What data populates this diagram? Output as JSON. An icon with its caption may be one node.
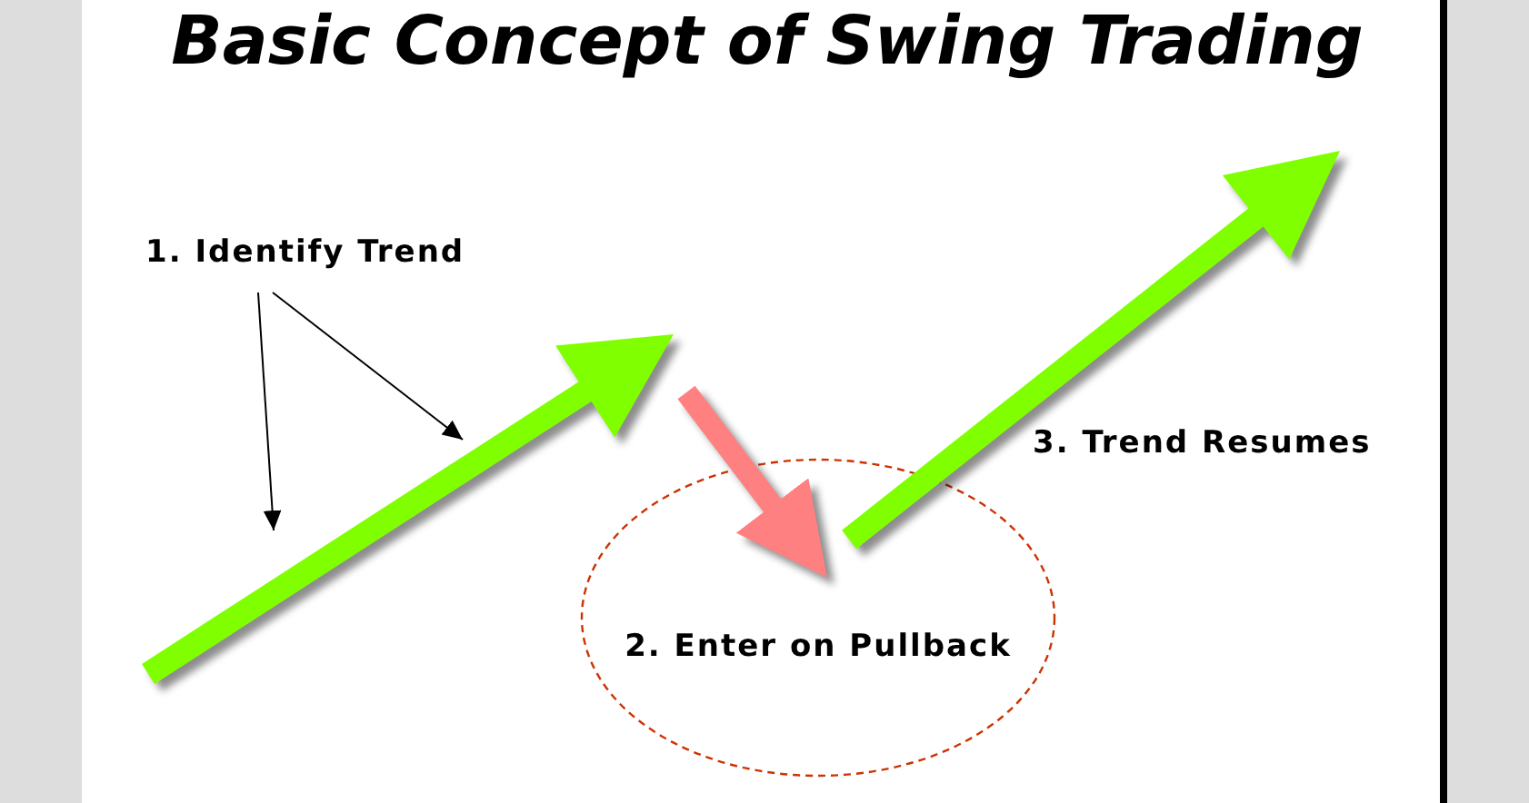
{
  "diagram": {
    "title": "Basic Concept of Swing Trading",
    "nodes": [
      {
        "text": [
          "1. Identify Trend"
        ]
      },
      {
        "text": [],
        "shape": "arrow"
      },
      {
        "text": [
          "2. Enter on Pullback"
        ]
      },
      {
        "text": [],
        "shape": "arrow",
        "beside": [
          "3. Trend Resumes"
        ]
      }
    ],
    "edges": [
      {
        "from": 0,
        "to": 1,
        "arrow": "to"
      },
      {
        "from": 0,
        "to": 1,
        "arrow": "to"
      },
      {
        "from": 1,
        "to": 2,
        "arrow": "to",
        "style": "thick",
        "color": "#ff8080"
      }
    ]
  }
}
